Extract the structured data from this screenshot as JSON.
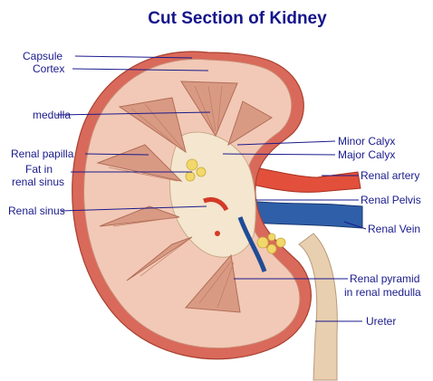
{
  "title": "Cut Section of  Kidney",
  "labels": {
    "capsule": "Capsule",
    "cortex": "Cortex",
    "medulla": "medulla",
    "renal_papilla": "Renal papilla",
    "fat_line1": "Fat in",
    "fat_line2": "renal sinus",
    "renal_sinus": "Renal sinus",
    "minor_calyx": "Minor Calyx",
    "major_calyx": "Major Calyx",
    "renal_artery": "Renal artery",
    "renal_pelvis": "Renal Pelvis",
    "renal_vein": "Renal Vein",
    "pyramid_line1": "Renal pyramid",
    "pyramid_line2": "in renal medulla",
    "ureter": "Ureter"
  },
  "colors": {
    "title": "#14148c",
    "label_text": "#1a1a8c",
    "capsule": "#d9695a",
    "cortex": "#f2c9b6",
    "medulla_pyramid": "#d99a84",
    "renal_sinus": "#f4e6cf",
    "fat": "#f2d86a",
    "artery": "#e2503c",
    "vein": "#2f5fa8",
    "ureter": "#e8cfb0"
  }
}
